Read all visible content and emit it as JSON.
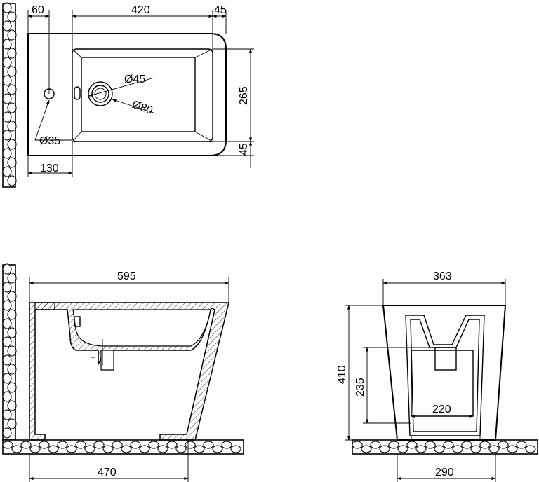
{
  "top_view": {
    "dims": {
      "tap_offset": "60",
      "bowl_length": "420",
      "rim_right": "45",
      "bowl_width": "265",
      "rim_bottom": "45",
      "drain_inner": "Ø45",
      "drain_outer": "Ø80",
      "tap_hole": "Ø35",
      "tap_to_wall": "130"
    }
  },
  "side_view": {
    "dims": {
      "total_length": "595",
      "base_length": "470"
    }
  },
  "front_view": {
    "dims": {
      "total_width": "363",
      "height": "410",
      "outlet_height": "235",
      "outlet_width": "220",
      "base_width": "290"
    }
  }
}
